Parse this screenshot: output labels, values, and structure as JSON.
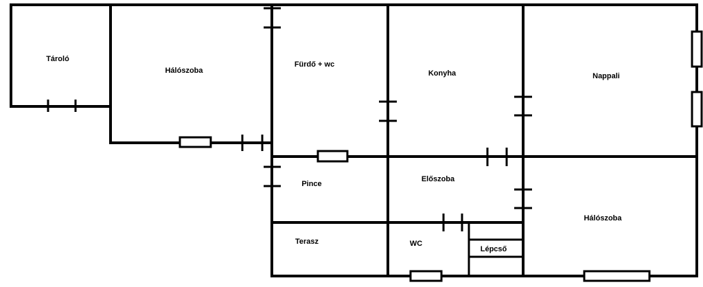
{
  "rooms": {
    "taroló": "Tároló",
    "haloszoba_1": "Hálószoba",
    "furdo": "Fürdő + wc",
    "konyha": "Konyha",
    "nappali": "Nappali",
    "pince": "Pince",
    "eloszoba": "Előszoba",
    "haloszoba_2": "Hálószoba",
    "terasz": "Terasz",
    "wc": "WC",
    "lepcso": "Lépcső"
  }
}
